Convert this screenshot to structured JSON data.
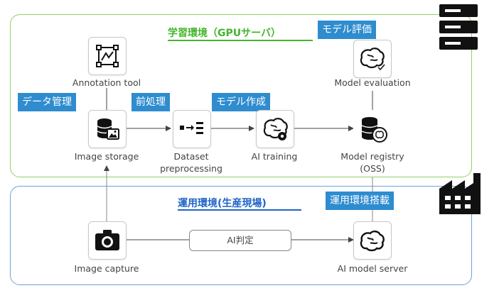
{
  "regions": {
    "learning_title": "学習環境（GPUサーバ）",
    "ops_title": "運用環境(生産現場)"
  },
  "tags": {
    "model_eval": "モデル評価",
    "data_mgmt": "データ管理",
    "preprocess": "前処理",
    "model_build": "モデル作成",
    "deploy": "運用環境搭載"
  },
  "nodes": {
    "annotation_tool": "Annotation tool",
    "image_storage": "Image storage",
    "dataset_preprocessing_l1": "Dataset",
    "dataset_preprocessing_l2": "preprocessing",
    "ai_training": "AI training",
    "model_evaluation": "Model evaluation",
    "model_registry_l1": "Model registry",
    "model_registry_l2": "(OSS)",
    "image_capture": "Image capture",
    "ai_model_server": "AI model server"
  },
  "edges": {
    "inference_label": "AI判定"
  },
  "icons": {
    "server": "server-icon",
    "factory": "factory-icon",
    "annotation": "annotation-icon",
    "storage": "database-image-icon",
    "preprocess": "data-transform-icon",
    "training": "brain-gear-icon",
    "evaluation": "brain-check-icon",
    "registry": "database-brain-icon",
    "camera": "camera-icon",
    "model_server": "brain-icon"
  },
  "colors": {
    "learning_border": "#8fd16a",
    "learning_title": "#44b52c",
    "ops_border": "#6ea3d6",
    "ops_title": "#1f63c7",
    "tag_bg": "#2e8ccf"
  }
}
